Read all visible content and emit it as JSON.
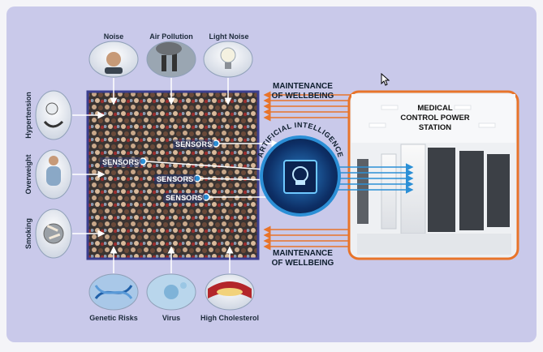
{
  "top_factors": [
    "Noise",
    "Air Pollution",
    "Light Noise"
  ],
  "left_factors": [
    "Hypertension",
    "Overweight",
    "Smoking"
  ],
  "bottom_factors": [
    "Genetic Risks",
    "Virus",
    "High Cholesterol"
  ],
  "sensors_label": "SENSORS",
  "ai_label": "ARTIFICIAL INTELLIGENCE",
  "maintenance_top": [
    "MAINTENANCE",
    "OF WELLBEING"
  ],
  "maintenance_bottom": [
    "MAINTENANCE",
    "OF WELLBEING"
  ],
  "station_label": [
    "MEDICAL",
    "CONTROL POWER",
    "STATION"
  ],
  "colors": {
    "background_panel": "#c9c9ea",
    "crowd_border": "#3b3f8f",
    "station_border": "#e8742a",
    "arrow_orange": "#e8742a",
    "arrow_blue": "#2b8fd6",
    "sensor_dot": "#2b8fd6"
  }
}
